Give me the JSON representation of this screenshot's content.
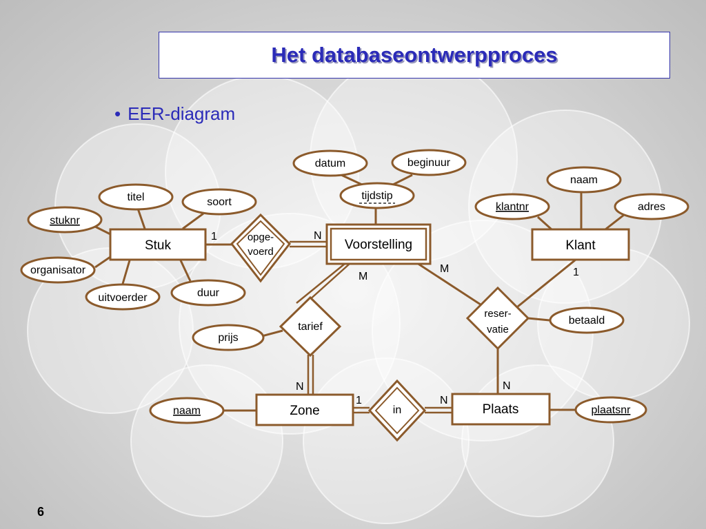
{
  "title": "Het databaseontwerpproces",
  "bullet": "EER-diagram",
  "page_number": "6",
  "colors": {
    "stroke": "#8b5a2b",
    "title": "#2b2bb8",
    "background": "#d4d4d4"
  },
  "entities": {
    "stuk": "Stuk",
    "voorstelling": "Voorstelling",
    "klant": "Klant",
    "zone": "Zone",
    "plaats": "Plaats"
  },
  "relationships": {
    "opgevoerd": [
      "opge-",
      "voerd"
    ],
    "tarief": "tarief",
    "reservatie": [
      "reser-",
      "vatie"
    ],
    "in": "in"
  },
  "attributes": {
    "stuknr": "stuknr",
    "titel": "titel",
    "soort": "soort",
    "organisator": "organisator",
    "uitvoerder": "uitvoerder",
    "duur": "duur",
    "datum": "datum",
    "beginuur": "beginuur",
    "tijdstip": "tijdstip",
    "naam_klant": "naam",
    "klantnr": "klantnr",
    "adres": "adres",
    "betaald": "betaald",
    "prijs": "prijs",
    "naam_zone": "naam",
    "plaatsnr": "plaatsnr"
  },
  "cardinalities": {
    "stuk_opgevoerd": "1",
    "voorstelling_opgevoerd": "N",
    "voorstelling_tarief": "M",
    "voorstelling_reservatie": "M",
    "klant_reservatie": "1",
    "zone_tarief": "N",
    "plaats_reservatie": "N",
    "zone_in": "1",
    "plaats_in": "N"
  }
}
